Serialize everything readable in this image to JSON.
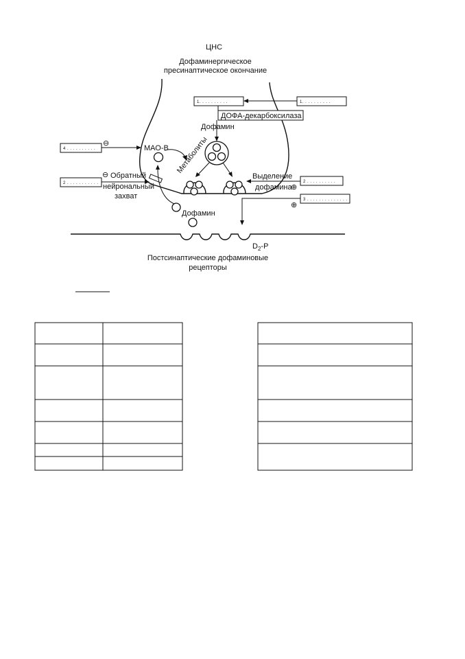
{
  "diagram": {
    "cns_label": "ЦНС",
    "terminal_label_line1": "Дофаминергическое",
    "terminal_label_line2": "пресинаптическое окончание",
    "enzyme_label": "ДОФА-декарбоксилаза",
    "dopamine_top_label": "Дофамин",
    "mao_label": "МАО-В",
    "metabolites_label": "Метаболиты",
    "reuptake_line1": "Обратный",
    "reuptake_line2": "нейрональный",
    "reuptake_line3": "захват",
    "release_line1": "Выделение",
    "release_line2": "дофамина",
    "dopamine_bottom_label": "Дофамин",
    "receptor_label_line1": "Постсинаптические дофаминовые",
    "receptor_label_line2": "рецепторы",
    "receptor_d2": "D",
    "receptor_sub": "2",
    "receptor_p": "-P",
    "minus_sign": "⊖",
    "plus_sign": "⊕",
    "boxes": {
      "box_enzyme_left": "1. . . . . . . . . .",
      "box_enzyme_right": "1. . . . . . . . . .",
      "box_mao": "4 . . . . . . . . . .",
      "box_reuptake": "2 . . . . . . . . . . .",
      "box_release": "2 . . . . . . . . . .",
      "box_receptor": "3 . . . . . . . . . . . . . ."
    }
  }
}
